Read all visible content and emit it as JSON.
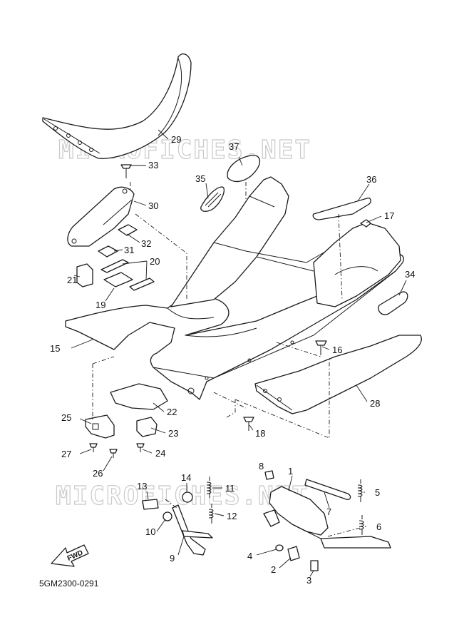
{
  "watermark": "MICROFICHES.NET",
  "diagram_code": "5GM2300-0291",
  "forward_label": "FWD",
  "callouts": [
    {
      "id": "c1",
      "label": "1"
    },
    {
      "id": "c2",
      "label": "2"
    },
    {
      "id": "c3",
      "label": "3"
    },
    {
      "id": "c4",
      "label": "4"
    },
    {
      "id": "c5",
      "label": "5"
    },
    {
      "id": "c6",
      "label": "6"
    },
    {
      "id": "c7",
      "label": "7"
    },
    {
      "id": "c8",
      "label": "8"
    },
    {
      "id": "c9",
      "label": "9"
    },
    {
      "id": "c10",
      "label": "10"
    },
    {
      "id": "c11",
      "label": "11"
    },
    {
      "id": "c12",
      "label": "12"
    },
    {
      "id": "c13",
      "label": "13"
    },
    {
      "id": "c14",
      "label": "14"
    },
    {
      "id": "c15",
      "label": "15"
    },
    {
      "id": "c16",
      "label": "16"
    },
    {
      "id": "c17",
      "label": "17"
    },
    {
      "id": "c18",
      "label": "18"
    },
    {
      "id": "c19",
      "label": "19"
    },
    {
      "id": "c20",
      "label": "20"
    },
    {
      "id": "c21",
      "label": "21"
    },
    {
      "id": "c22",
      "label": "22"
    },
    {
      "id": "c23",
      "label": "23"
    },
    {
      "id": "c24",
      "label": "24"
    },
    {
      "id": "c25",
      "label": "25"
    },
    {
      "id": "c26",
      "label": "26"
    },
    {
      "id": "c27",
      "label": "27"
    },
    {
      "id": "c28",
      "label": "28"
    },
    {
      "id": "c29",
      "label": "29"
    },
    {
      "id": "c30",
      "label": "30"
    },
    {
      "id": "c31",
      "label": "31"
    },
    {
      "id": "c32",
      "label": "32"
    },
    {
      "id": "c33",
      "label": "33"
    },
    {
      "id": "c34",
      "label": "34"
    },
    {
      "id": "c35",
      "label": "35"
    },
    {
      "id": "c36",
      "label": "36"
    },
    {
      "id": "c37",
      "label": "37"
    }
  ]
}
